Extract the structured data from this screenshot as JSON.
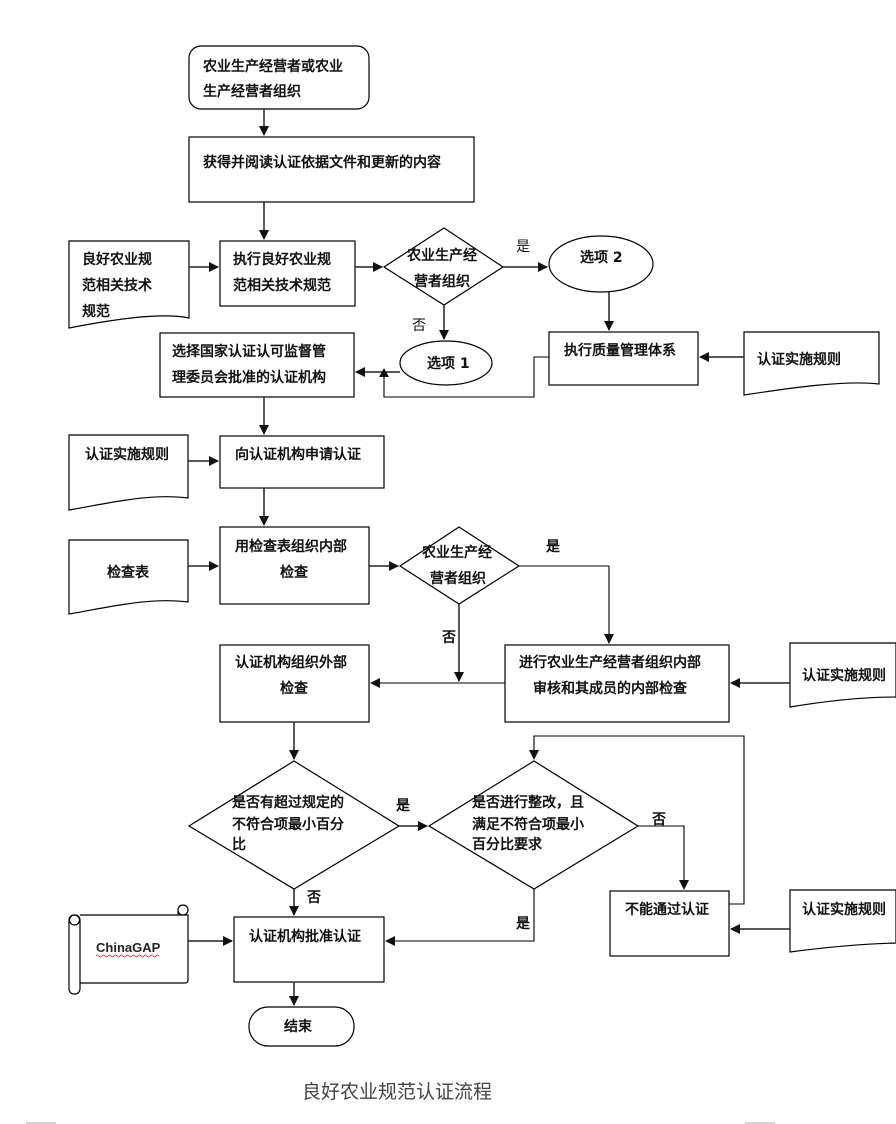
{
  "caption": "良好农业规范认证流程",
  "nodes": {
    "start": [
      "农业生产经营者或农业",
      "生产经营者组织"
    ],
    "read_docs": "获得并阅读认证依据文件和更新的内容",
    "doc_gap_spec": [
      "良好农业规",
      "范相关技术",
      "规范"
    ],
    "exec_gap_spec": [
      "执行良好农业规",
      "范相关技术规范"
    ],
    "decision_org_1": [
      "农业生产经",
      "营者组织"
    ],
    "option_2": "选项 2",
    "option_1": "选项 1",
    "choose_body": [
      "选择国家认证认可监督管",
      "理委员会批准的认证机构"
    ],
    "exec_qms": "执行质量管理体系",
    "doc_rules_1": "认证实施规则",
    "doc_rules_2": "认证实施规则",
    "apply_cert": "向认证机构申请认证",
    "doc_checklist": "检查表",
    "internal_check": [
      "用检查表组织内部",
      "检查"
    ],
    "decision_org_2": [
      "农业生产经",
      "营者组织"
    ],
    "external_check": [
      "认证机构组织外部",
      "检查"
    ],
    "org_internal_audit": [
      "进行农业生产经营者组织内部",
      "审核和其成员的内部检查"
    ],
    "doc_rules_3": "认证实施规则",
    "decision_exceed": [
      "是否有超过规定的",
      "不符合项最小百分",
      "比"
    ],
    "decision_rectify": [
      "是否进行整改，且",
      "满足不符合项最小",
      "百分比要求"
    ],
    "fail_cert": "不能通过认证",
    "doc_rules_4": "认证实施规则",
    "scroll_chinagap": "ChinaGAP",
    "approve_cert": "认证机构批准认证",
    "end": "结束"
  },
  "edge_labels": {
    "yes": "是",
    "no": "否"
  }
}
